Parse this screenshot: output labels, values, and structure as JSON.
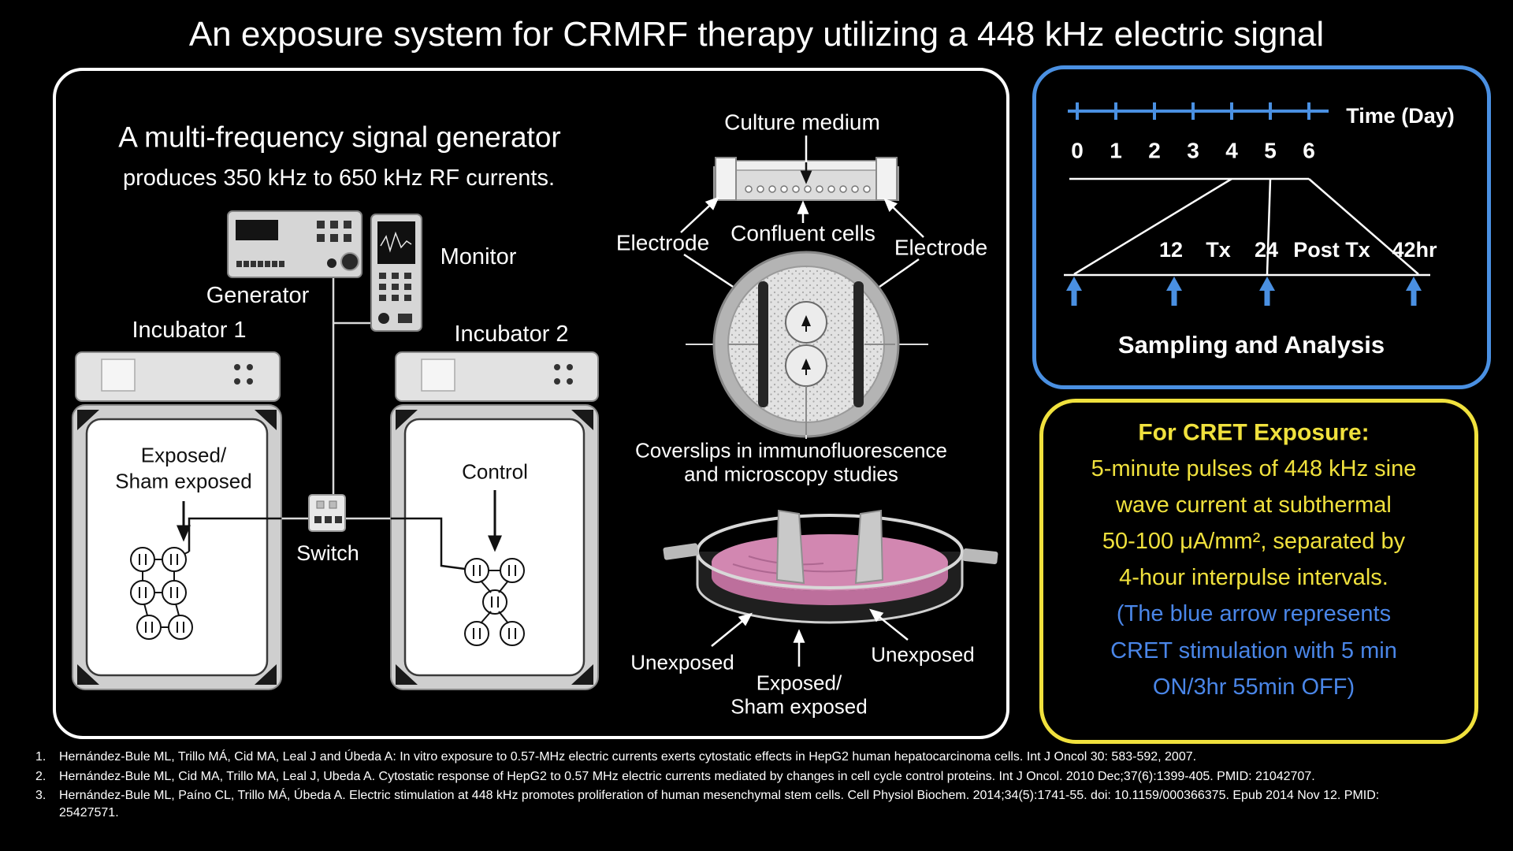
{
  "title": "An exposure system for CRMRF therapy utilizing a 448 kHz electric signal",
  "colors": {
    "blue": "#4a90e2",
    "blue-text": "#4a86e8",
    "yellow": "#f0e13d",
    "pink": "#d287b1"
  },
  "main_panel": {
    "heading_line1": "A multi-frequency signal generator",
    "heading_line2": "produces 350 kHz to 650 kHz RF currents.",
    "generator_label": "Generator",
    "monitor_label": "Monitor",
    "incubator1_label": "Incubator 1",
    "incubator2_label": "Incubator 2",
    "exposed_line1": "Exposed/",
    "exposed_line2": "Sham exposed",
    "control_label": "Control",
    "switch_label": "Switch",
    "culture_medium_label": "Culture medium",
    "electrode_left_label": "Electrode",
    "confluent_cells_label": "Confluent cells",
    "electrode_right_label": "Electrode",
    "coverslips_line1": "Coverslips in immunofluorescence",
    "coverslips_line2": "and microscopy studies",
    "unexposed_left_label": "Unexposed",
    "exposed_center_line1": "Exposed/",
    "exposed_center_line2": "Sham exposed",
    "unexposed_right_label": "Unexposed"
  },
  "timeline_panel": {
    "time_axis_label": "Time (Day)",
    "days": [
      "0",
      "1",
      "2",
      "3",
      "4",
      "5",
      "6"
    ],
    "sample_points": [
      "12",
      "Tx",
      "24",
      "Post Tx",
      "42hr"
    ],
    "caption": "Sampling and Analysis"
  },
  "cret_panel": {
    "heading": "For CRET Exposure:",
    "yellow_lines": [
      "5-minute pulses of 448 kHz sine",
      "wave current at subthermal",
      "50-100 μA/mm², separated by",
      "4-hour interpulse intervals."
    ],
    "blue_lines": [
      "(The blue arrow represents",
      "CRET stimulation with 5 min",
      "ON/3hr 55min OFF)"
    ]
  },
  "references": [
    {
      "num": "1.",
      "text": "Hernández-Bule ML, Trillo MÁ, Cid MA, Leal J and Úbeda A: In vitro exposure to 0.57-MHz electric currents exerts cytostatic effects in HepG2 human hepatocarcinoma cells. Int J Oncol 30: 583-592, 2007."
    },
    {
      "num": "2.",
      "text": "Hernández-Bule ML, Cid MA, Trillo MA, Leal J, Ubeda A. Cytostatic response of HepG2 to 0.57 MHz electric currents mediated by changes in cell cycle control proteins. Int J Oncol. 2010 Dec;37(6):1399-405. PMID: 21042707."
    },
    {
      "num": "3.",
      "text": "Hernández-Bule ML, Paíno CL, Trillo MÁ, Úbeda A. Electric stimulation at 448 kHz promotes proliferation of human mesenchymal stem cells. Cell Physiol Biochem. 2014;34(5):1741-55. doi: 10.1159/000366375. Epub 2014 Nov 12. PMID: 25427571."
    }
  ]
}
